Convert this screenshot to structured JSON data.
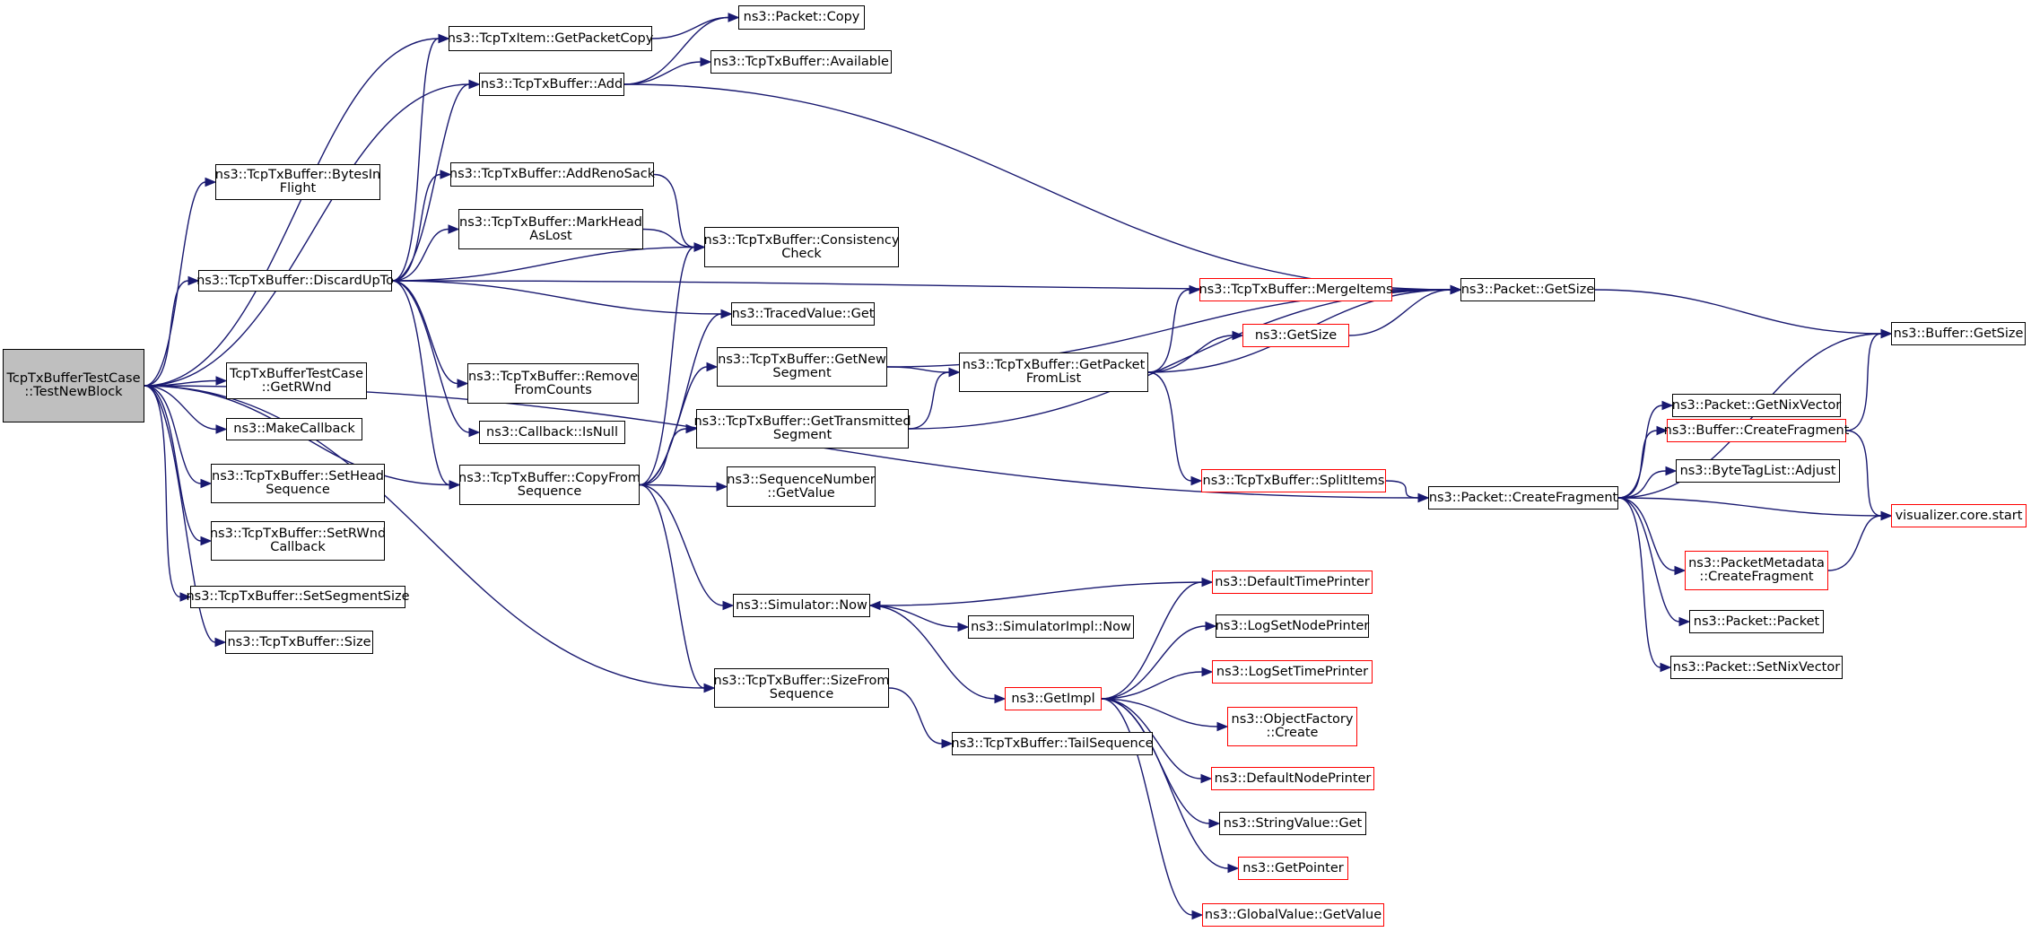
{
  "diagram": {
    "nodes": [
      {
        "id": "root",
        "label": "TcpTxBufferTestCase\n::TestNewBlock",
        "style": "root"
      },
      {
        "id": "getpacketcopy",
        "label": "ns3::TcpTxItem::GetPacketCopy",
        "style": "normal"
      },
      {
        "id": "packetcopy",
        "label": "ns3::Packet::Copy",
        "style": "normal"
      },
      {
        "id": "add",
        "label": "ns3::TcpTxBuffer::Add",
        "style": "normal"
      },
      {
        "id": "available",
        "label": "ns3::TcpTxBuffer::Available",
        "style": "normal"
      },
      {
        "id": "bytesinflight",
        "label": "ns3::TcpTxBuffer::BytesIn\nFlight",
        "style": "normal"
      },
      {
        "id": "addrenosack",
        "label": "ns3::TcpTxBuffer::AddRenoSack",
        "style": "normal"
      },
      {
        "id": "markhead",
        "label": "ns3::TcpTxBuffer::MarkHead\nAsLost",
        "style": "normal"
      },
      {
        "id": "consistency",
        "label": "ns3::TcpTxBuffer::Consistency\nCheck",
        "style": "normal"
      },
      {
        "id": "discardupto",
        "label": "ns3::TcpTxBuffer::DiscardUpTo",
        "style": "normal"
      },
      {
        "id": "tracedget",
        "label": "ns3::TracedValue::Get",
        "style": "normal"
      },
      {
        "id": "getrwnd",
        "label": "TcpTxBufferTestCase\n::GetRWnd",
        "style": "normal"
      },
      {
        "id": "removefromcounts",
        "label": "ns3::TcpTxBuffer::Remove\nFromCounts",
        "style": "normal"
      },
      {
        "id": "makecallback",
        "label": "ns3::MakeCallback",
        "style": "normal"
      },
      {
        "id": "isnull",
        "label": "ns3::Callback::IsNull",
        "style": "normal"
      },
      {
        "id": "setheadseq",
        "label": "ns3::TcpTxBuffer::SetHead\nSequence",
        "style": "normal"
      },
      {
        "id": "copyfromseq",
        "label": "ns3::TcpTxBuffer::CopyFrom\nSequence",
        "style": "normal"
      },
      {
        "id": "setrwndcb",
        "label": "ns3::TcpTxBuffer::SetRWnd\nCallback",
        "style": "normal"
      },
      {
        "id": "setsegsize",
        "label": "ns3::TcpTxBuffer::SetSegmentSize",
        "style": "normal"
      },
      {
        "id": "size",
        "label": "ns3::TcpTxBuffer::Size",
        "style": "normal"
      },
      {
        "id": "getnewseg",
        "label": "ns3::TcpTxBuffer::GetNew\nSegment",
        "style": "normal"
      },
      {
        "id": "gettransseg",
        "label": "ns3::TcpTxBuffer::GetTransmitted\nSegment",
        "style": "normal"
      },
      {
        "id": "seqgetvalue",
        "label": "ns3::SequenceNumber\n::GetValue",
        "style": "normal"
      },
      {
        "id": "simnow",
        "label": "ns3::Simulator::Now",
        "style": "normal"
      },
      {
        "id": "sizefromseq",
        "label": "ns3::TcpTxBuffer::SizeFrom\nSequence",
        "style": "normal"
      },
      {
        "id": "mergeitems",
        "label": "ns3::TcpTxBuffer::MergeItems",
        "style": "red"
      },
      {
        "id": "getsize3",
        "label": "ns3::GetSize",
        "style": "red"
      },
      {
        "id": "getpacketfromlist",
        "label": "ns3::TcpTxBuffer::GetPacket\nFromList",
        "style": "normal"
      },
      {
        "id": "splititems",
        "label": "ns3::TcpTxBuffer::SplitItems",
        "style": "red"
      },
      {
        "id": "packetgetsize",
        "label": "ns3::Packet::GetSize",
        "style": "normal"
      },
      {
        "id": "defaulttimeprinter",
        "label": "ns3::DefaultTimePrinter",
        "style": "red"
      },
      {
        "id": "simimplnow",
        "label": "ns3::SimulatorImpl::Now",
        "style": "normal"
      },
      {
        "id": "getimpl",
        "label": "ns3::GetImpl",
        "style": "red"
      },
      {
        "id": "logsetnodeprinter",
        "label": "ns3::LogSetNodePrinter",
        "style": "normal"
      },
      {
        "id": "logsettimeprinter",
        "label": "ns3::LogSetTimePrinter",
        "style": "red"
      },
      {
        "id": "objfactcreate",
        "label": "ns3::ObjectFactory\n::Create",
        "style": "red"
      },
      {
        "id": "defaultnodeprinter",
        "label": "ns3::DefaultNodePrinter",
        "style": "red"
      },
      {
        "id": "stringvalueget",
        "label": "ns3::StringValue::Get",
        "style": "normal"
      },
      {
        "id": "getpointer",
        "label": "ns3::GetPointer",
        "style": "red"
      },
      {
        "id": "globalvalueget",
        "label": "ns3::GlobalValue::GetValue",
        "style": "red"
      },
      {
        "id": "tailseq",
        "label": "ns3::TcpTxBuffer::TailSequence",
        "style": "normal"
      },
      {
        "id": "packetcreatefrag",
        "label": "ns3::Packet::CreateFragment",
        "style": "normal"
      },
      {
        "id": "buffergetsize",
        "label": "ns3::Buffer::GetSize",
        "style": "normal"
      },
      {
        "id": "getnixvector",
        "label": "ns3::Packet::GetNixVector",
        "style": "normal"
      },
      {
        "id": "buffercreatefrag",
        "label": "ns3::Buffer::CreateFragment",
        "style": "red"
      },
      {
        "id": "bytetagadjust",
        "label": "ns3::ByteTagList::Adjust",
        "style": "normal"
      },
      {
        "id": "vizstart",
        "label": "visualizer.core.start",
        "style": "red"
      },
      {
        "id": "metacreatefrag",
        "label": "ns3::PacketMetadata\n::CreateFragment",
        "style": "red"
      },
      {
        "id": "packetpacket",
        "label": "ns3::Packet::Packet",
        "style": "normal"
      },
      {
        "id": "setnixvector",
        "label": "ns3::Packet::SetNixVector",
        "style": "normal"
      }
    ],
    "edges": [
      [
        "root",
        "getpacketcopy"
      ],
      [
        "root",
        "add"
      ],
      [
        "root",
        "bytesinflight"
      ],
      [
        "root",
        "discardupto"
      ],
      [
        "root",
        "getrwnd"
      ],
      [
        "root",
        "makecallback"
      ],
      [
        "root",
        "setheadseq"
      ],
      [
        "root",
        "setrwndcb"
      ],
      [
        "root",
        "setsegsize"
      ],
      [
        "root",
        "size"
      ],
      [
        "root",
        "copyfromseq"
      ],
      [
        "root",
        "sizefromseq"
      ],
      [
        "root",
        "packetcreatefrag"
      ],
      [
        "getpacketcopy",
        "packetcopy"
      ],
      [
        "add",
        "packetcopy"
      ],
      [
        "add",
        "available"
      ],
      [
        "add",
        "packetgetsize"
      ],
      [
        "addrenosack",
        "consistency"
      ],
      [
        "markhead",
        "consistency"
      ],
      [
        "discardupto",
        "getpacketcopy"
      ],
      [
        "discardupto",
        "add"
      ],
      [
        "discardupto",
        "addrenosack"
      ],
      [
        "discardupto",
        "markhead"
      ],
      [
        "discardupto",
        "consistency"
      ],
      [
        "discardupto",
        "packetgetsize"
      ],
      [
        "discardupto",
        "tracedget"
      ],
      [
        "discardupto",
        "removefromcounts"
      ],
      [
        "discardupto",
        "isnull"
      ],
      [
        "discardupto",
        "copyfromseq"
      ],
      [
        "copyfromseq",
        "consistency"
      ],
      [
        "copyfromseq",
        "tracedget"
      ],
      [
        "copyfromseq",
        "getnewseg"
      ],
      [
        "copyfromseq",
        "gettransseg"
      ],
      [
        "copyfromseq",
        "seqgetvalue"
      ],
      [
        "copyfromseq",
        "simnow"
      ],
      [
        "copyfromseq",
        "sizefromseq"
      ],
      [
        "getnewseg",
        "getpacketfromlist"
      ],
      [
        "getnewseg",
        "packetgetsize"
      ],
      [
        "gettransseg",
        "getpacketfromlist"
      ],
      [
        "gettransseg",
        "packetgetsize"
      ],
      [
        "getpacketfromlist",
        "mergeitems"
      ],
      [
        "getpacketfromlist",
        "getsize3"
      ],
      [
        "getpacketfromlist",
        "packetgetsize"
      ],
      [
        "getpacketfromlist",
        "splititems"
      ],
      [
        "mergeitems",
        "packetgetsize"
      ],
      [
        "getsize3",
        "packetgetsize"
      ],
      [
        "splititems",
        "packetcreatefrag"
      ],
      [
        "simnow",
        "simimplnow"
      ],
      [
        "simnow",
        "getimpl"
      ],
      [
        "defaulttimeprinter",
        "simnow"
      ],
      [
        "getimpl",
        "defaulttimeprinter"
      ],
      [
        "getimpl",
        "logsetnodeprinter"
      ],
      [
        "getimpl",
        "logsettimeprinter"
      ],
      [
        "getimpl",
        "objfactcreate"
      ],
      [
        "getimpl",
        "defaultnodeprinter"
      ],
      [
        "getimpl",
        "stringvalueget"
      ],
      [
        "getimpl",
        "getpointer"
      ],
      [
        "getimpl",
        "globalvalueget"
      ],
      [
        "sizefromseq",
        "tailseq"
      ],
      [
        "packetgetsize",
        "buffergetsize"
      ],
      [
        "packetcreatefrag",
        "buffergetsize"
      ],
      [
        "packetcreatefrag",
        "getnixvector"
      ],
      [
        "packetcreatefrag",
        "buffercreatefrag"
      ],
      [
        "packetcreatefrag",
        "bytetagadjust"
      ],
      [
        "packetcreatefrag",
        "vizstart"
      ],
      [
        "packetcreatefrag",
        "metacreatefrag"
      ],
      [
        "packetcreatefrag",
        "packetpacket"
      ],
      [
        "packetcreatefrag",
        "setnixvector"
      ],
      [
        "buffercreatefrag",
        "buffergetsize"
      ],
      [
        "buffercreatefrag",
        "vizstart"
      ],
      [
        "metacreatefrag",
        "vizstart"
      ]
    ]
  }
}
